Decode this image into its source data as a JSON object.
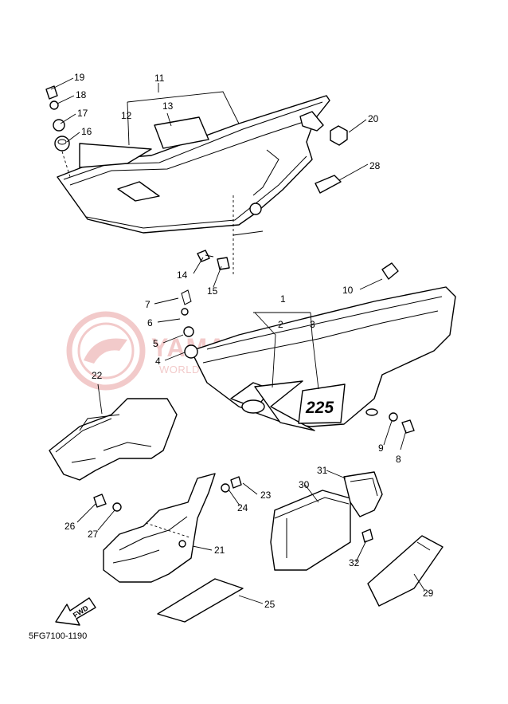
{
  "diagram_code": "5FG7100-1190",
  "watermark": {
    "main": "YAMA-SKLEP.PL",
    "sub": "WORLDWIDE MOTO DEALER YAMAHA",
    "color": "#e8a0a0"
  },
  "decal_number": "225",
  "fwd_label": "FWD",
  "callouts": {
    "c1": "1",
    "c2": "2",
    "c3": "3",
    "c4": "4",
    "c5": "5",
    "c6": "6",
    "c7": "7",
    "c8": "8",
    "c9": "9",
    "c10": "10",
    "c11": "11",
    "c12": "12",
    "c13": "13",
    "c14": "14",
    "c15": "15",
    "c16": "16",
    "c17": "17",
    "c18": "18",
    "c19": "19",
    "c20": "20",
    "c21": "21",
    "c22": "22",
    "c23": "23",
    "c24": "24",
    "c25": "25",
    "c26": "26",
    "c27": "27",
    "c28": "28",
    "c29": "29",
    "c30": "30",
    "c31": "31",
    "c32": "32"
  }
}
